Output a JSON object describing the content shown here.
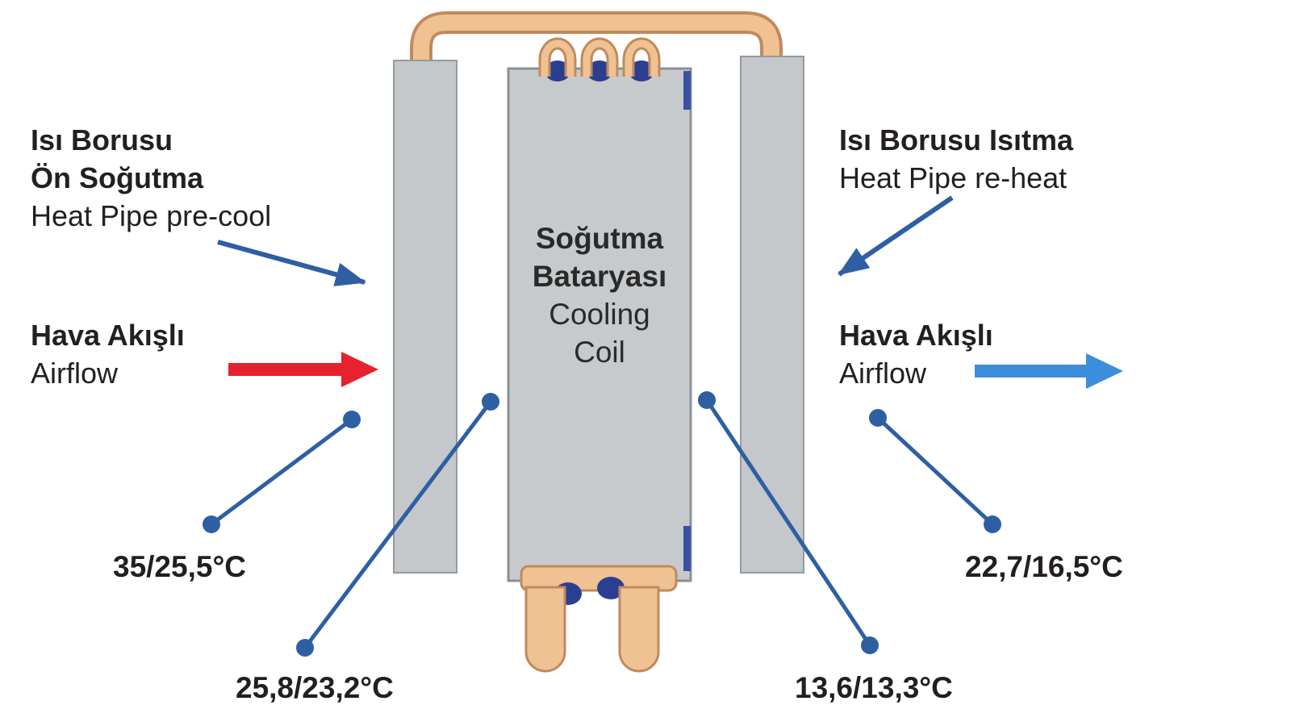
{
  "labels": {
    "precool": {
      "tr_line1": "Isı Borusu",
      "tr_line2": "Ön Soğutma",
      "en": "Heat Pipe pre-cool"
    },
    "airflow_in": {
      "tr": "Hava Akışlı",
      "en": "Airflow"
    },
    "reheat": {
      "tr": "Isı Borusu Isıtma",
      "en": "Heat Pipe re-heat"
    },
    "airflow_out": {
      "tr": "Hava Akışlı",
      "en": "Airflow"
    },
    "cooling_coil": {
      "tr_line1": "Soğutma",
      "tr_line2": "Bataryası",
      "en_line1": "Cooling",
      "en_line2": "Coil"
    }
  },
  "temperatures": {
    "inlet": "35/25,5°C",
    "after_precool": "25,8/23,2°C",
    "after_coil": "13,6/13,3°C",
    "outlet": "22,7/16,5°C"
  },
  "colors": {
    "callout_blue": "#2e5fa3",
    "airflow_out_blue": "#3d8ddd",
    "airflow_in_red": "#e8212e",
    "pipe_copper": "#efc193",
    "pipe_copper_edge": "#c08a5c",
    "panel_gray": "#c4c8cb",
    "coil_gray": "#c7cacc",
    "fitting_blue": "#2b3f92",
    "text_dark": "#231f20"
  }
}
